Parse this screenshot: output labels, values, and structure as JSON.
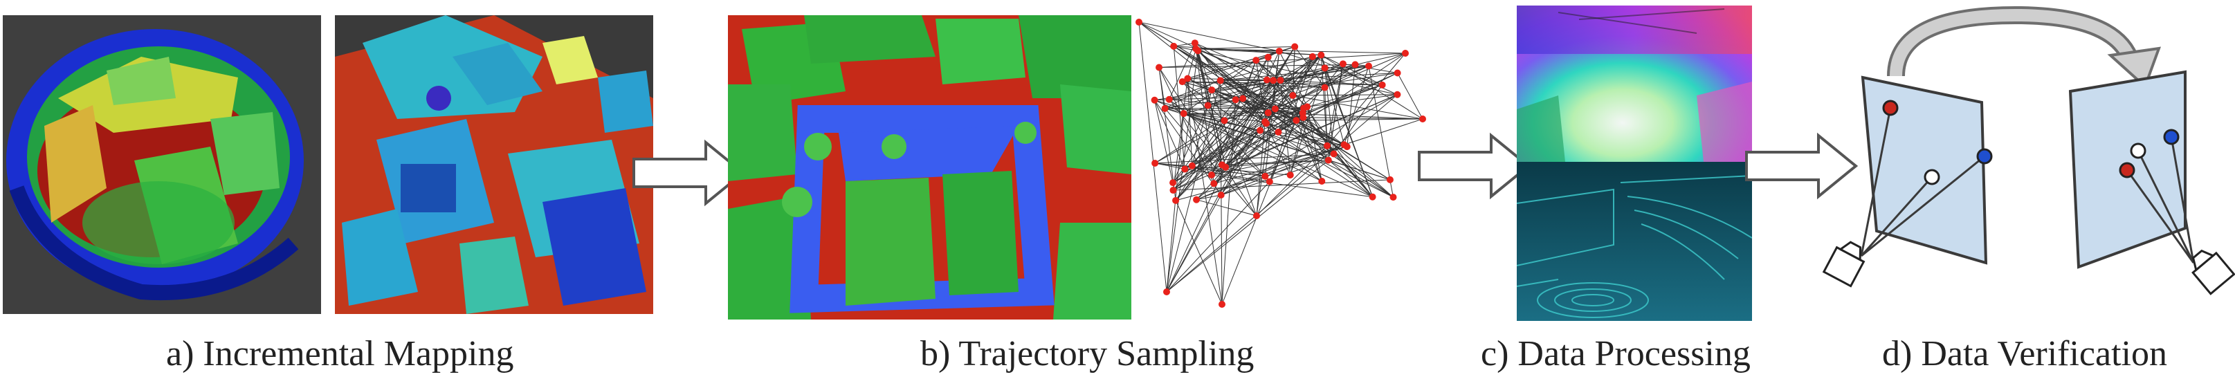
{
  "captions": {
    "a": "a) Incremental Mapping",
    "b": "b) Trajectory Sampling",
    "c": "c) Data Processing",
    "d": "d) Data Verification"
  },
  "colors": {
    "voxel_ground_red": "#c0271a",
    "voxel_green": "#3fb33a",
    "voxel_blue": "#1a33d8",
    "voxel_cyan": "#2fb6c9",
    "trajectory_blue": "#3a5df0",
    "graph_node_red": "#e8221b",
    "image_plane_fill": "#c9dcee",
    "point_blue": "#1f4fcf",
    "point_red": "#c8281e"
  },
  "icons": [
    "flow-arrow",
    "camera-icon",
    "curved-arrow"
  ]
}
